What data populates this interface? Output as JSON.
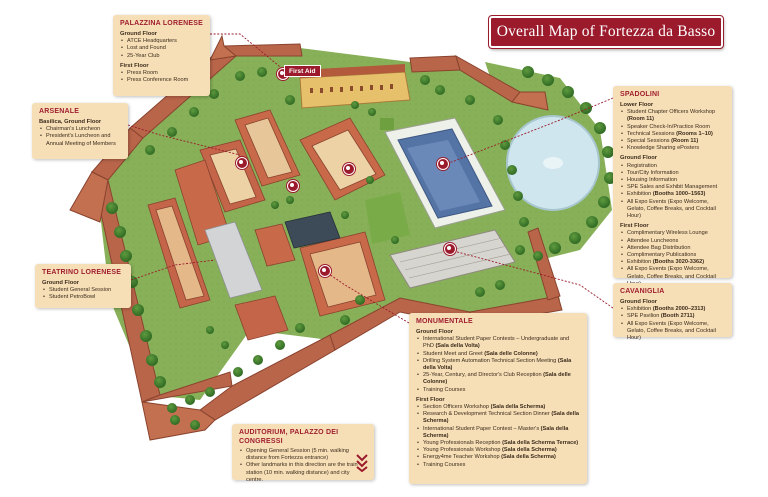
{
  "title": "Overall Map of Fortezza da Basso",
  "first_aid_label": "First Aid",
  "colors": {
    "accent": "#9b1b2c",
    "panel_bg": "#f6dfb7",
    "wall": "#b9654a",
    "lawn": "#8ab45a"
  },
  "panels": {
    "palazzina": {
      "title": "PALAZZINA LORENESE",
      "sections": [
        {
          "title": "Ground Floor",
          "items": [
            "ATCE Headquarters",
            "Lost and Found",
            "25-Year Club"
          ]
        },
        {
          "title": "First Floor",
          "items": [
            "Press Room",
            "Press Conference Room"
          ]
        }
      ]
    },
    "arsenale": {
      "title": "ARSENALE",
      "sections": [
        {
          "title": "Basilica, Ground Floor",
          "items": [
            "Chairman's Luncheon",
            "President's Luncheon and Annual Meeting of Members"
          ]
        }
      ]
    },
    "teatrino": {
      "title": "TEATRINO LORENESE",
      "sections": [
        {
          "title": "Ground Floor",
          "items": [
            "Student General Session",
            "Student PetroBowl"
          ]
        }
      ]
    },
    "spadolini": {
      "title": "SPADOLINI",
      "sections": [
        {
          "title": "Lower Floor",
          "items": [
            "Student Chapter Officers Workshop (Room 11)",
            "Speaker Check-In/Practice Room",
            "Technical Sessions (Rooms 1–10)",
            "Special Sessions (Room 11)",
            "Knowledge Sharing ePosters"
          ]
        },
        {
          "title": "Ground Floor",
          "items": [
            "Registration",
            "Tour/City Information",
            "Housing Information",
            "SPE Sales and Exhibit Management",
            "Exhibition (Booths 1000–1563)",
            "All Expo Events (Expo Welcome, Gelato, Coffee Breaks, and Cocktail Hour)"
          ]
        },
        {
          "title": "First Floor",
          "items": [
            "Complimentary Wireless Lounge",
            "Attendee Luncheons",
            "Attendee Bag Distribution",
            "Complimentary Publications",
            "Exhibition (Booths 3020-3362)",
            "All Expo Events (Expo Welcome, Gelato, Coffee Breaks, and Cocktail Hour)"
          ]
        }
      ]
    },
    "cavaniglia": {
      "title": "CAVANIGLIA",
      "sections": [
        {
          "title": "Ground Floor",
          "items": [
            "Exhibition (Booths 2000–2313)",
            "SPE Pavilion (Booth 2711)",
            "All Expo Events (Expo Welcome, Gelato, Coffee Breaks, and Cocktail Hour)"
          ]
        }
      ]
    },
    "monumentale": {
      "title": "MONUMENTALE",
      "sections": [
        {
          "title": "Ground Floor",
          "items": [
            "International Student Paper Contests – Undergraduate and PhD (Sala della Volta)",
            "Student Meet and Greet (Sala delle Colonne)",
            "Drilling System Automation Technical Section Meeting (Sala della Volta)",
            "25-Year, Century, and Director's Club Reception (Sala delle Colonne)",
            "Training Courses"
          ]
        },
        {
          "title": "First Floor",
          "items": [
            "Section Officers Workshop (Sala della Scherma)",
            "Research & Development Technical Section Dinner (Sala della Scherma)",
            "International Student Paper Contest – Master's (Sala della Scherma)",
            "Young Professionals Reception (Sala della Scherma Terrace)",
            "Young Professionals Workshop (Sala della Scherma)",
            "Energy4me Teacher Workshop (Sala della Scherma)",
            "Training Courses"
          ]
        }
      ]
    },
    "auditorium": {
      "title": "AUDITORIUM, PALAZZO DEI CONGRESSI",
      "sections": [
        {
          "title": "",
          "items": [
            "Opening General Session (5 min. walking distance from Fortezza entrance)",
            "Other landmarks in this direction are the train station (10 min. walking distance) and city centre."
          ]
        }
      ]
    }
  }
}
